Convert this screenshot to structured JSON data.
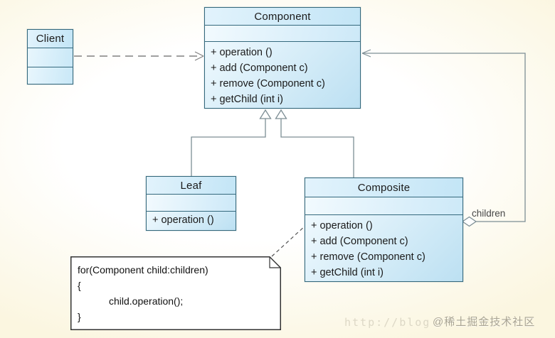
{
  "diagram_title": "Composite pattern UML class diagram",
  "classes": {
    "client": {
      "name": "Client",
      "attributes": [],
      "methods": []
    },
    "component": {
      "name": "Component",
      "attributes": [],
      "methods": [
        "+ operation ()",
        "+ add (Component c)",
        "+ remove (Component c)",
        "+ getChild (int i)"
      ]
    },
    "leaf": {
      "name": "Leaf",
      "attributes": [],
      "methods": [
        "+ operation ()"
      ]
    },
    "composite": {
      "name": "Composite",
      "attributes": [],
      "methods": [
        "+ operation ()",
        "+ add (Component c)",
        "+ remove (Component c)",
        "+ getChild (int i)"
      ]
    }
  },
  "note": {
    "lines": [
      "for(Component child:children)",
      "{",
      "child.operation();",
      "}"
    ]
  },
  "labels": {
    "children": "children"
  },
  "relationships": [
    "Client ..> Component (dashed dependency arrow)",
    "Leaf --|> Component (generalization, hollow triangle)",
    "Composite --|> Component (generalization, hollow triangle)",
    "Composite o-- Component (aggregation 'children', hollow diamond at Composite, open arrow into Component right side)"
  ],
  "watermark": {
    "url_text": "http://blog",
    "community": "@稀土掘金技术社区"
  },
  "colors": {
    "box_border": "#35697d",
    "box_fill_light": "#eff9fe",
    "box_fill_dark": "#bce0f2",
    "connector": "#7d8e95",
    "note_border": "#333333",
    "note_fill": "#ffffff",
    "background_edge": "#fbf6e0",
    "watermark_gray": "#a9a493"
  }
}
